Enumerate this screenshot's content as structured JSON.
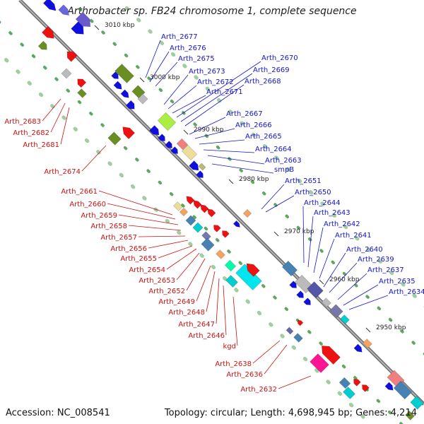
{
  "title": "Arthrobacter sp. FB24 chromosome 1, complete sequence",
  "accession": "Accession: NC_008541",
  "topology": "Topology: circular; Length: 4,698,945 bp; Genes: 4,214",
  "colors": {
    "forward_label": "#1515cc",
    "reverse_label": "#cc1111",
    "backbone": "#777777",
    "tick": "#2b8a2b"
  },
  "scale_ticks": [
    "3010 kbp",
    "3000 kbp",
    "2990 kbp",
    "2980 kbp",
    "2970 kbp",
    "2960 kbp",
    "2950 kbp"
  ],
  "forward_labels": [
    "Arth_2677",
    "Arth_2676",
    "Arth_2675",
    "Arth_2673",
    "Arth_2672",
    "Arth_2671",
    "Arth_2670",
    "Arth_2669",
    "Arth_2668",
    "Arth_2667",
    "Arth_2666",
    "Arth_2665",
    "Arth_2664",
    "Arth_2663",
    "smpB",
    "Arth_2651",
    "Arth_2650",
    "Arth_2644",
    "Arth_2643",
    "Arth_2642",
    "Arth_2641",
    "Arth_2640",
    "Arth_2639",
    "Arth_2637",
    "Arth_2635",
    "Arth_2634"
  ],
  "reverse_labels": [
    "Arth_2683",
    "Arth_2682",
    "Arth_2681",
    "Arth_2674",
    "Arth_2661",
    "Arth_2660",
    "Arth_2659",
    "Arth_2658",
    "Arth_2657",
    "Arth_2656",
    "Arth_2655",
    "Arth_2654",
    "Arth_2653",
    "Arth_2652",
    "Arth_2649",
    "Arth_2648",
    "Arth_2647",
    "Arth_2646",
    "kgd",
    "Arth_2638",
    "Arth_2636",
    "Arth_2632"
  ]
}
